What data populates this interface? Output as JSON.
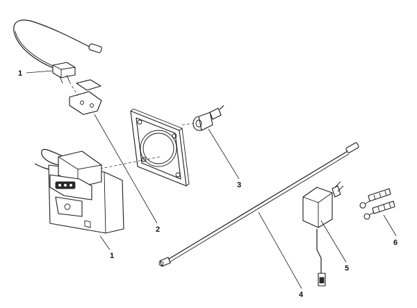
{
  "diagram": {
    "callouts": [
      {
        "id": "c1a",
        "label": "1"
      },
      {
        "id": "c1b",
        "label": "1"
      },
      {
        "id": "c2",
        "label": "2"
      },
      {
        "id": "c3",
        "label": "3"
      },
      {
        "id": "c4",
        "label": "4"
      },
      {
        "id": "c5",
        "label": "5"
      },
      {
        "id": "c6",
        "label": "6"
      }
    ]
  }
}
